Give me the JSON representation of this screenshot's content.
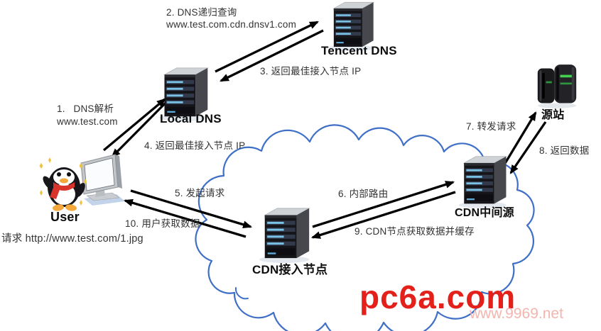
{
  "nodes": {
    "tencent_dns": {
      "label": "Tencent DNS",
      "icon": "server-tower-icon"
    },
    "local_dns": {
      "label": "Local DNS",
      "icon": "server-tower-icon"
    },
    "user": {
      "label": "User",
      "icon": "penguin-and-monitor-icon"
    },
    "origin": {
      "label": "源站",
      "icon": "origin-rack-icon"
    },
    "cdn_mid": {
      "label": "CDN中间源",
      "icon": "server-tower-icon"
    },
    "cdn_edge": {
      "label": "CDN接入节点",
      "icon": "server-tower-icon"
    }
  },
  "steps": {
    "s1": {
      "line1": "1.   DNS解析",
      "line2": "www.test.com"
    },
    "s2": {
      "line1": "2. DNS递归查询",
      "line2": "www.test.com.cdn.dnsv1.com"
    },
    "s3": "3. 返回最佳接入节点 IP",
    "s4": "4. 返回最佳接入节点 IP",
    "s5": "5. 发起请求",
    "s6": "6. 内部路由",
    "s7": "7. 转发请求",
    "s8": "8. 返回数据",
    "s9": "9. CDN节点获取数据并缓存",
    "s10": "10. 用户获取数据"
  },
  "request_url": "请求 http://www.test.com/1.jpg",
  "watermark": {
    "primary": "pc6a.com",
    "secondary": "www.9969.net"
  },
  "colors": {
    "cloud_stroke": "#3f6fc7",
    "arrow": "#000000",
    "watermark_primary": "#e32019",
    "watermark_secondary": "#f3b5ad",
    "led_blue": "#79c2e6",
    "led_green": "#43cf52",
    "scarf_red": "#d8342c"
  }
}
